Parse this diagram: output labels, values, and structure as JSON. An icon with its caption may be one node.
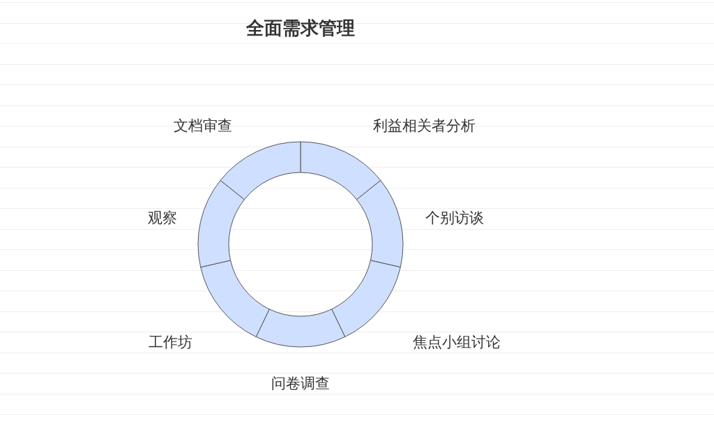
{
  "diagram": {
    "title": "全面需求管理",
    "labels": [
      "文档审查",
      "利益相关者分析",
      "观察",
      "个别访谈",
      "工作坊",
      "焦点小组讨论",
      "问卷调查"
    ]
  }
}
